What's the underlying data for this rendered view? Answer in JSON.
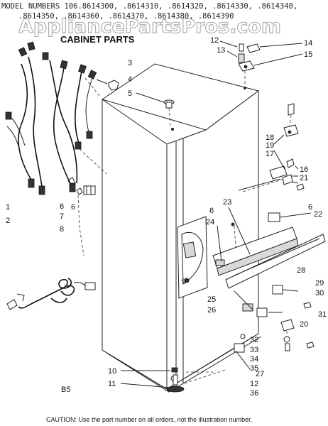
{
  "header": {
    "line1": "MODEL NUMBERS 106.8614300, .8614310, .8614320, .8614330, .8614340,",
    "line2": ".8614350, .8614360, .8614370, .8614380, .8614390"
  },
  "watermark": "AppliancePartsPros.com",
  "title": "CABINET PARTS",
  "callouts": {
    "c1": "1",
    "c2": "2",
    "c3": "3",
    "c4": "4",
    "c5": "5",
    "c6a": "6",
    "c6b": "6",
    "c6c": "6",
    "c6d": "6",
    "c7": "7",
    "c8": "8",
    "c9": "9",
    "c10": "10",
    "c11": "11",
    "c12a": "12",
    "c12b": "12",
    "c13": "13",
    "c14": "14",
    "c15": "15",
    "c16": "16",
    "c17": "17",
    "c18": "18",
    "c19": "19",
    "c20": "20",
    "c21": "21",
    "c22": "22",
    "c23": "23",
    "c24": "24",
    "c25": "25",
    "c26": "26",
    "c27": "27",
    "c28": "28",
    "c29": "29",
    "c30": "30",
    "c31": "31",
    "c32": "32",
    "c33": "33",
    "c34": "34",
    "c35": "35",
    "c36": "36"
  },
  "small_mark": "B5",
  "caution": "CAUTION: Use the part number on all orders, not the illustration number."
}
